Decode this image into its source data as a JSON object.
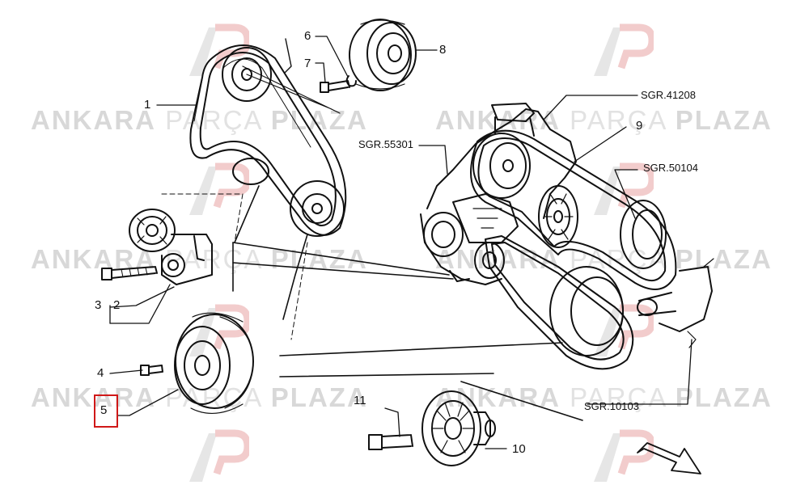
{
  "watermark": {
    "word1": "ANKARA",
    "word2": "PARÇA",
    "word3": "PLAZA",
    "logo": "AP-logo-watermark"
  },
  "callouts": {
    "c1": "1",
    "c2": "2",
    "c3": "3",
    "c4": "4",
    "c5": "5",
    "c6": "6",
    "c7": "7",
    "c8": "8",
    "c9": "9",
    "c10": "10",
    "c11": "11"
  },
  "references": {
    "r1": "SGR.41208",
    "r2": "SGR.55301",
    "r3": "SGR.50104",
    "r4": "SGR.10103"
  },
  "highlighted_part": "5",
  "colors": {
    "line": "#111111",
    "highlight": "#d01818",
    "watermark": "#d8d8d8",
    "logo_accent": "#f0c8c8"
  }
}
